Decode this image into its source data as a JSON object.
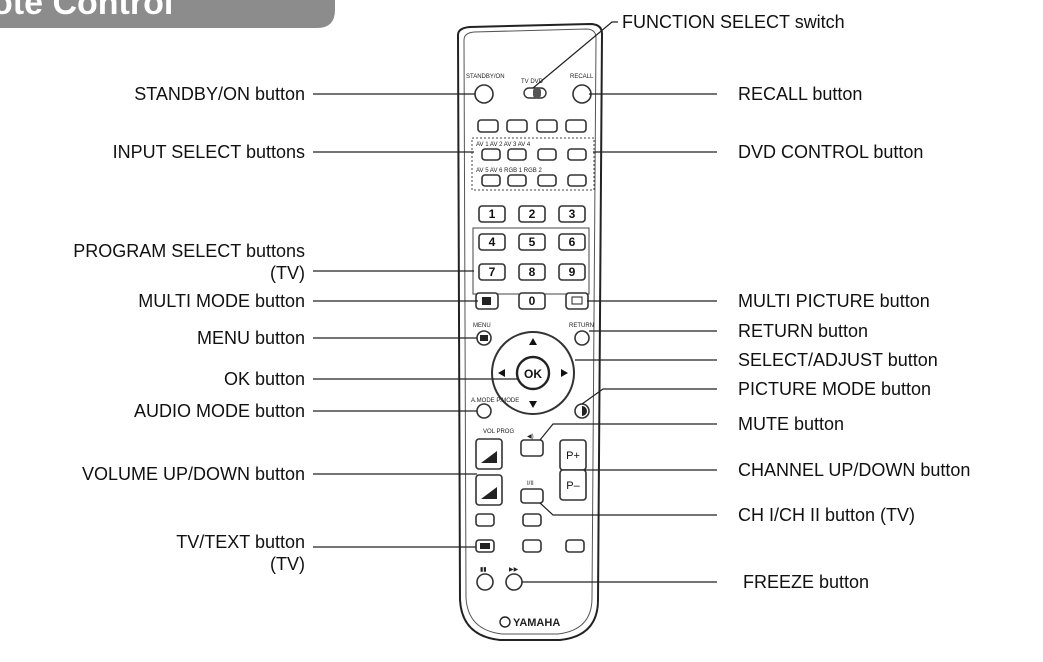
{
  "header": {
    "title": "ote Control"
  },
  "brand": "YAMAHA",
  "remote_labels": {
    "standby": "STANDBY/ON",
    "tv_dvd": "TV  DVD",
    "recall": "RECALL",
    "inputs_top": "AV 1  AV 2  AV 3  AV 4",
    "inputs_bottom": "AV 5    AV 6  RGB 1  RGB 2",
    "menu": "MENU",
    "return": "RETURN",
    "ok": "OK",
    "audio_mode": "A.MODE  P.MODE",
    "vol_prog": "VOL PROG",
    "p_plus": "P+",
    "p_minus": "P–",
    "ch": "I/II",
    "keypad": [
      "1",
      "2",
      "3",
      "4",
      "5",
      "6",
      "7",
      "8",
      "9",
      "0"
    ]
  },
  "callouts": {
    "function_select": "FUNCTION SELECT switch",
    "standby_on": "STANDBY/ON button",
    "recall": "RECALL button",
    "input_select": "INPUT SELECT buttons",
    "dvd_control": "DVD CONTROL button",
    "program_select_1": "PROGRAM SELECT buttons",
    "program_select_2": "(TV)",
    "multi_mode": "MULTI MODE button",
    "multi_picture": "MULTI PICTURE button",
    "menu": "MENU button",
    "return": "RETURN button",
    "ok": "OK button",
    "select_adjust": "SELECT/ADJUST button",
    "audio_mode": "AUDIO MODE button",
    "picture_mode": "PICTURE MODE button",
    "mute": "MUTE button",
    "volume": "VOLUME UP/DOWN button",
    "channel": "CHANNEL UP/DOWN button",
    "ch_i_ii": "CH I/CH II button (TV)",
    "tv_text_1": "TV/TEXT button",
    "tv_text_2": "(TV)",
    "freeze": "FREEZE button"
  }
}
